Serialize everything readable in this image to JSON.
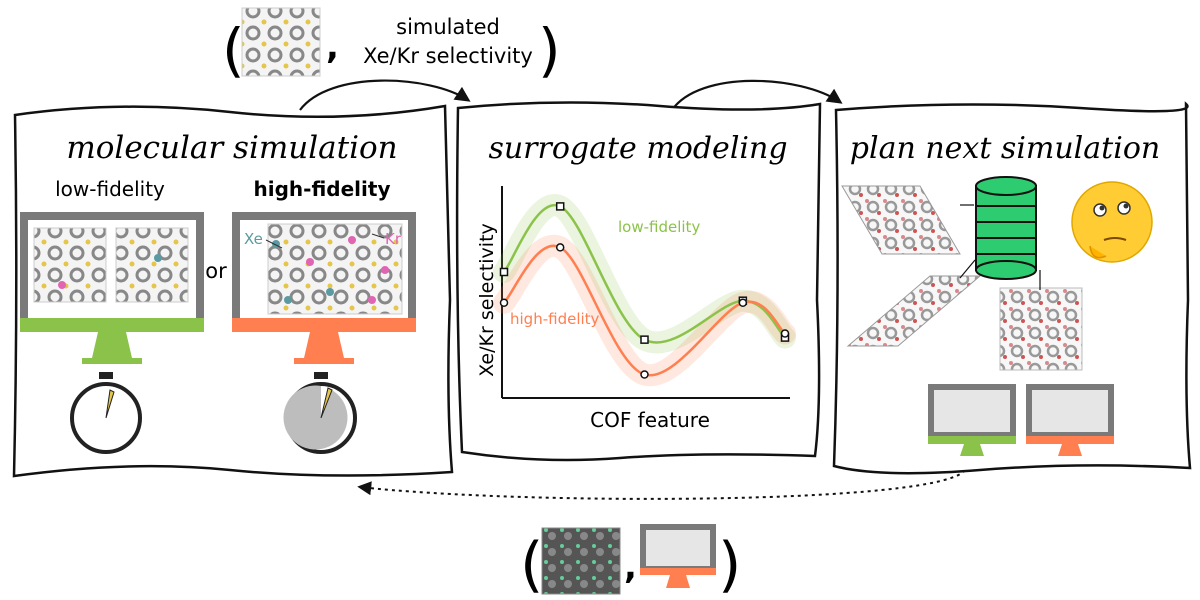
{
  "top_tuple": {
    "text_line1": "simulated",
    "text_line2": "Xe/Kr selectivity"
  },
  "panel_molecular": {
    "title": "molecular simulation",
    "low_label": "low-fidelity",
    "high_label": "high-fidelity",
    "or_label": "or",
    "xe_label": "Xe",
    "kr_label": "Kr"
  },
  "panel_surrogate": {
    "title": "surrogate modeling",
    "xlabel": "COF feature",
    "ylabel": "Xe/Kr selectivity",
    "low_series_label": "low-fidelity",
    "high_series_label": "high-fidelity"
  },
  "panel_plan": {
    "title": "plan next simulation"
  },
  "chart_data": {
    "type": "line",
    "title": "",
    "xlabel": "COF feature",
    "ylabel": "Xe/Kr selectivity",
    "grid": false,
    "series": [
      {
        "name": "low-fidelity",
        "color": "#8bc34a",
        "x": [
          0.0,
          0.2,
          0.5,
          0.85,
          1.0
        ],
        "y": [
          0.6,
          0.92,
          0.27,
          0.46,
          0.28
        ]
      },
      {
        "name": "high-fidelity",
        "color": "#ff7f50",
        "x": [
          0.0,
          0.2,
          0.5,
          0.85,
          1.0
        ],
        "y": [
          0.45,
          0.72,
          0.1,
          0.45,
          0.3
        ]
      }
    ]
  },
  "colors": {
    "low_fidelity": "#8bc34a",
    "high_fidelity": "#ff7f50",
    "monitor_frame": "#7a7a7a",
    "xe": "#5b9aa0",
    "kr": "#e066b3",
    "database": "#2ecc71"
  },
  "icons": [
    "cof-structure-icon",
    "monitor-icon",
    "stopwatch-icon",
    "database-icon",
    "thinking-emoji-icon"
  ]
}
